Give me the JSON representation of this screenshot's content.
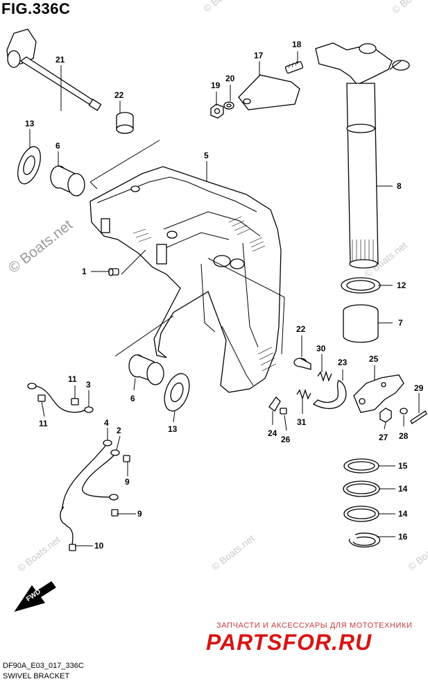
{
  "figure": {
    "title": "FIG.336C",
    "code": "DF90A_E03_017_336C",
    "name": "SWIVEL BRACKET"
  },
  "watermarks": {
    "main": "© Boats.net",
    "small": "© Boats.net"
  },
  "promo": {
    "tagline": "ЗАПЧАСТИ И АКСЕССУАРЫ ДЛЯ МОТОТЕХНИКИ",
    "brand": "PARTSFOR.RU"
  },
  "fwd_label": "FWD",
  "callouts": [
    "1",
    "2",
    "3",
    "4",
    "5",
    "6",
    "6",
    "7",
    "8",
    "9",
    "9",
    "10",
    "11",
    "11",
    "12",
    "13",
    "13",
    "14",
    "14",
    "15",
    "16",
    "17",
    "18",
    "19",
    "20",
    "21",
    "22",
    "22",
    "23",
    "24",
    "25",
    "26",
    "27",
    "28",
    "29",
    "30",
    "31"
  ]
}
